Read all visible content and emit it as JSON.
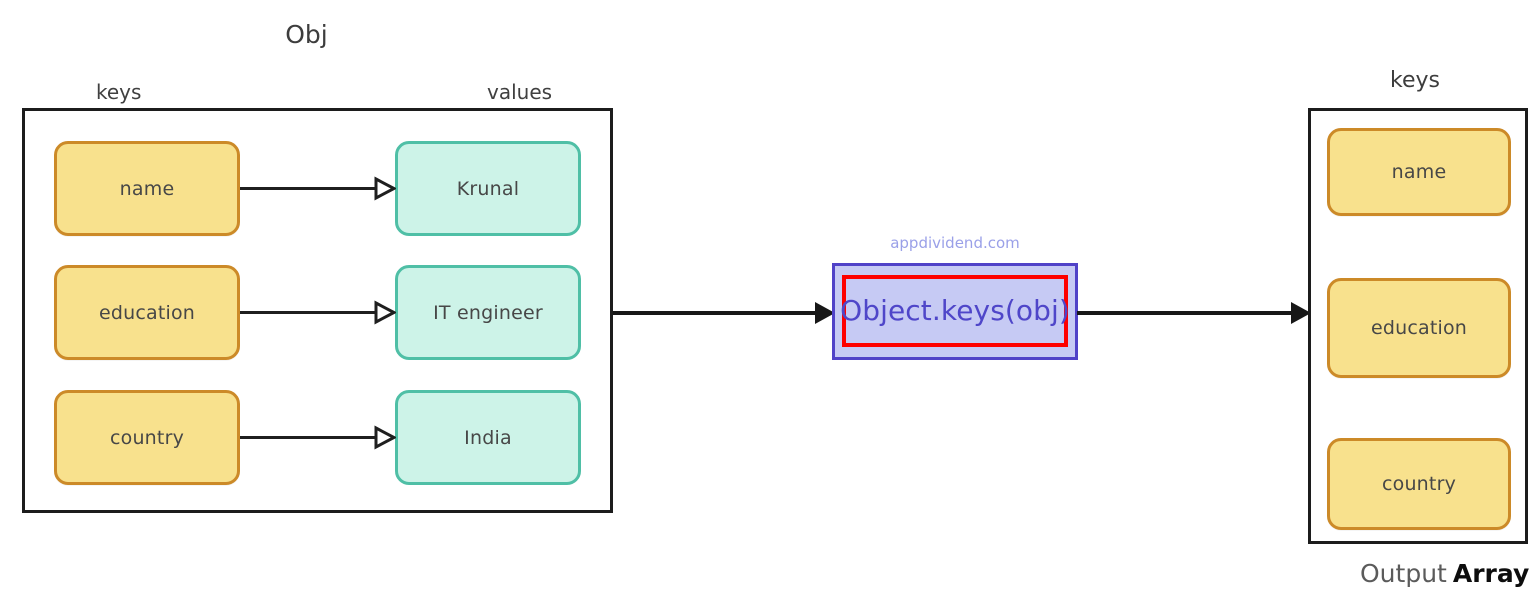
{
  "diagram": {
    "title": "Obj",
    "watermark": "appdividend.com",
    "source_panel": {
      "column_headers": {
        "keys": "keys",
        "values": "values"
      },
      "pairs": [
        {
          "key": "name",
          "value": "Krunal"
        },
        {
          "key": "education",
          "value": "IT engineer"
        },
        {
          "key": "country",
          "value": "India"
        }
      ]
    },
    "method": {
      "label": "Object.keys(obj)"
    },
    "output_panel": {
      "header": "keys",
      "caption_prefix": "Output",
      "caption_emphasis": "Array",
      "items": [
        {
          "label": "name"
        },
        {
          "label": "education"
        },
        {
          "label": "country"
        }
      ]
    },
    "colors": {
      "key_fill": "#F8E18D",
      "key_border": "#CC8A28",
      "value_fill": "#CDF3E8",
      "value_border": "#4FBFA6",
      "method_fill": "#C6CAF4",
      "method_border": "#5042C8",
      "method_inner_border": "#FE0000",
      "method_text": "#4F46C9",
      "watermark_text": "#9AA0E8",
      "panel_border": "#1C1C1C",
      "arrow": "#171717",
      "background": "#FFFFFF"
    }
  }
}
